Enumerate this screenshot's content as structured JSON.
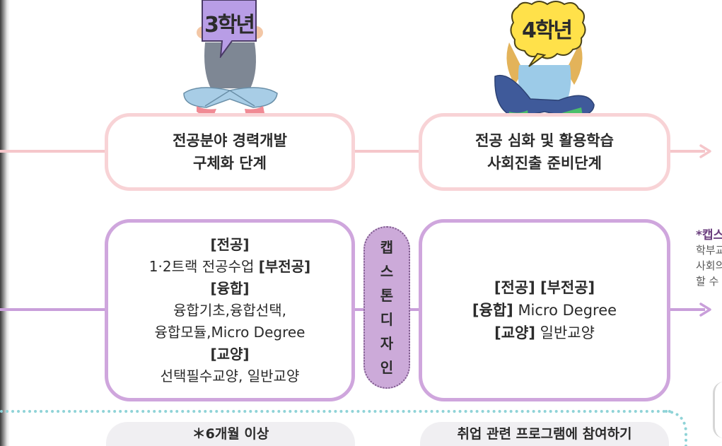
{
  "grades": {
    "third": {
      "label": "3학년",
      "bubble_color": "#b89de6"
    },
    "fourth": {
      "label": "4학년",
      "bubble_color": "#ffe14a"
    }
  },
  "stages": {
    "third": {
      "line1": "전공분야 경력개발",
      "line2": "구체화 단계"
    },
    "fourth": {
      "line1": "전공 심화 및 활용학습",
      "line2": "사회진출 준비단계"
    }
  },
  "courses": {
    "third": {
      "major_tag": "[전공]",
      "major_text": "1·2트랙 전공수업",
      "minor_tag": "[부전공]",
      "convergence_tag": "[융합]",
      "convergence_line1": "융합기초,융합선택,",
      "convergence_line2": "융합모듈,Micro Degree",
      "liberal_tag": "[교양]",
      "liberal_text": "선택필수교양, 일반교양"
    },
    "fourth": {
      "line1": "[전공] [부전공]",
      "convergence_tag": "[융합]",
      "convergence_text": "Micro Degree",
      "liberal_tag": "[교양]",
      "liberal_text": "일반교양"
    }
  },
  "capstone": {
    "chars": [
      "캡",
      "스",
      "톤",
      "디",
      "자",
      "인"
    ]
  },
  "side_note": {
    "title": "*캡스",
    "lines": [
      "학부교",
      "사회의",
      "할 수"
    ]
  },
  "bottom": {
    "left": "＊6개월 이상",
    "right": "취업 관련 프로그램에 참여하기"
  },
  "colors": {
    "pink_line": "#f5c6ca",
    "pink_border": "#f8d3d6",
    "purple_line": "#c99fda",
    "purple_border": "#cfa6dd",
    "capstone_fill": "#ccaad9",
    "teal_dots": "#8fd3d7"
  }
}
